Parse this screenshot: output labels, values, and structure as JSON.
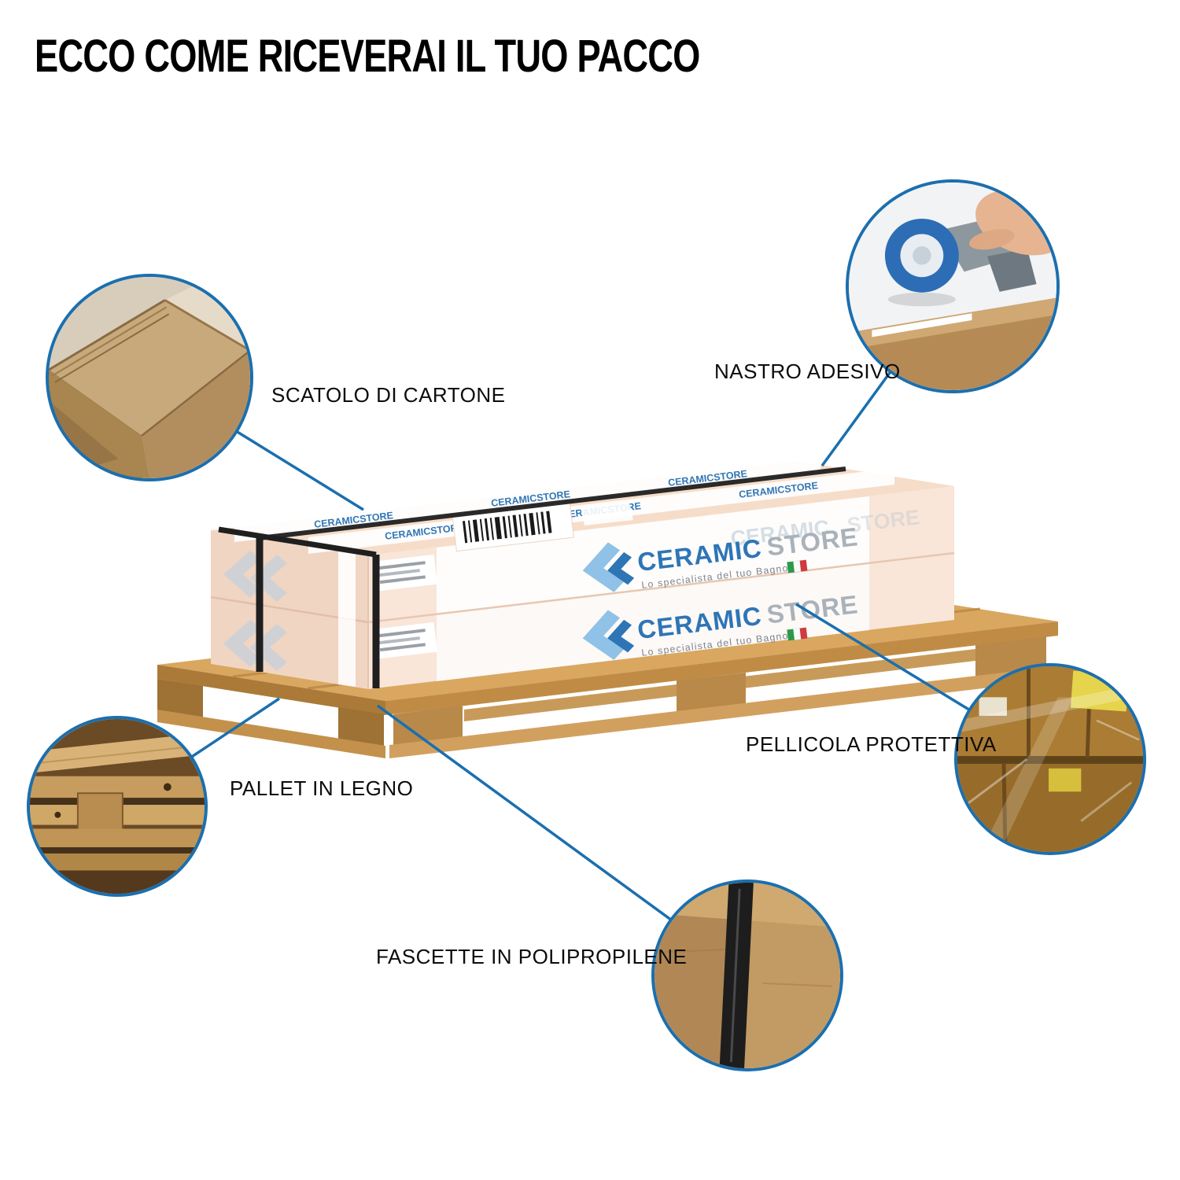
{
  "title": "ECCO COME RICEVERAI IL TUO PACCO",
  "brand": {
    "name": "CERAMIC",
    "suffix": "STORE",
    "tagline": "Lo specialista del tuo Bagno",
    "tape_text": "CERAMICSTORE"
  },
  "callouts": {
    "scatolo": {
      "label": "SCATOLO DI CARTONE",
      "photo": "cardboard-box-corner-photo"
    },
    "nastro": {
      "label": "NASTRO ADESIVO",
      "photo": "tape-gun-sealing-box-photo"
    },
    "pellicola": {
      "label": "PELLICOLA PROTETTIVA",
      "photo": "shrink-wrapped-pallet-photo"
    },
    "pallet": {
      "label": "PALLET IN LEGNO",
      "photo": "wooden-pallet-photo"
    },
    "fascette": {
      "label": "FASCETTE IN POLIPROPILENE",
      "photo": "strap-on-box-corner-photo"
    }
  },
  "colors": {
    "accent_blue": "#1b6fae",
    "logo_blue": "#2e75b6",
    "logo_gray": "#a9b2ba",
    "box_peach": "#f6ddc9",
    "pallet_wood": "#d9a75f",
    "strap_black": "#1f1f1f"
  }
}
